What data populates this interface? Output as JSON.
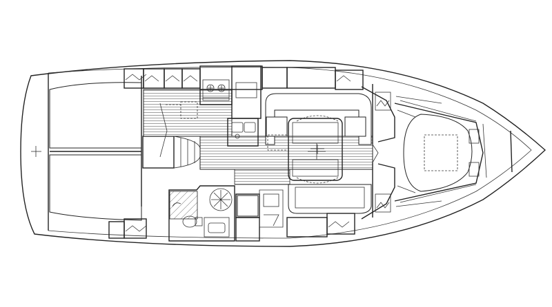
{
  "plan": {
    "hull_color": "#222222",
    "background": "#ffffff",
    "zones": [
      {
        "name": "aft-cabin-starboard",
        "icon": "berth-icon"
      },
      {
        "name": "aft-cabin-port",
        "icon": "berth-icon"
      },
      {
        "name": "galley",
        "icon": "stove-icon"
      },
      {
        "name": "saloon",
        "icon": "table-icon"
      },
      {
        "name": "heads",
        "icon": "toilet-icon"
      },
      {
        "name": "forward-cabin",
        "icon": "berth-icon"
      }
    ]
  }
}
